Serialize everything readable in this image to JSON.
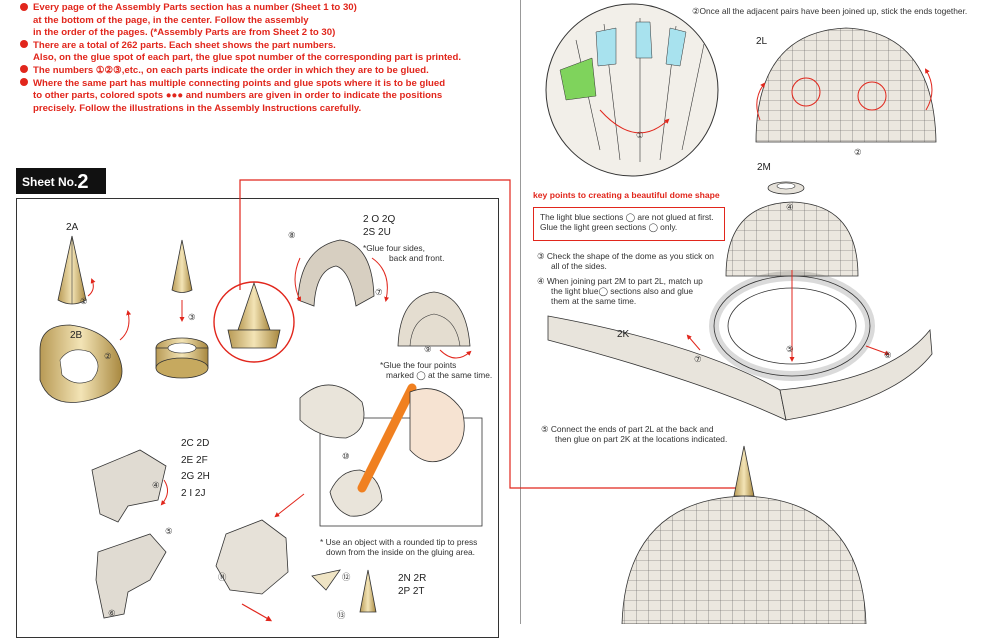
{
  "instructions": {
    "lines": [
      {
        "bullet": true,
        "text": "Every page of the Assembly Parts section has a number (Sheet 1 to 30)"
      },
      {
        "bullet": false,
        "text": "at the bottom of the page, in the center. Follow the assembly"
      },
      {
        "bullet": false,
        "text": "in the order of the pages. (*Assembly Parts are from Sheet 2 to 30)"
      },
      {
        "bullet": true,
        "text": "There are a total of 262 parts.  Each sheet shows the part numbers."
      },
      {
        "bullet": false,
        "text": "Also, on the glue spot of each part, the glue spot number of the corresponding part is printed."
      },
      {
        "bullet": true,
        "text": "The numbers ①②③,etc., on each parts indicate the order in which they are to be glued."
      },
      {
        "bullet": true,
        "text": "Where the same part has multiple connecting points and glue spots where it is to be glued"
      },
      {
        "bullet": false,
        "text": "to other parts, colored spots ●●● and numbers are given in order to indicate the positions"
      },
      {
        "bullet": false,
        "text": "precisely. Follow the illustrations in the Assembly Instructions carefully."
      }
    ]
  },
  "sheet": {
    "word": "Sheet No.",
    "number": "2"
  },
  "left_panel": {
    "label_2a": "2A",
    "label_2b": "2B",
    "group1": {
      "row1": "2 O  2Q",
      "row2": "2S    2U"
    },
    "note_glue_four_sides": [
      "*Glue four sides,",
      "back and front."
    ],
    "note_glue_four_points": [
      "*Glue the four points",
      "marked ◯ at the same time."
    ],
    "group2": [
      "2C   2D",
      "2E   2F",
      "2G   2H",
      "2 I    2J"
    ],
    "note_rounded_tip": [
      "* Use an object with a rounded tip to press",
      "down from the inside on the gluing area."
    ],
    "group3": [
      "2N  2R",
      "2P  2T"
    ],
    "steps": [
      "①",
      "②",
      "③",
      "⑧",
      "⑦",
      "⑨",
      "⑩",
      "④",
      "⑤",
      "⑥",
      "⑪",
      "⑫",
      "⑬"
    ]
  },
  "right_panel": {
    "step2": "②Once all the adjacent pairs have been joined up, stick the ends together.",
    "label_2l": "2L",
    "label_2m": "2M",
    "label_2k": "2K",
    "keypoint_title": "key points to creating a beautiful dome shape",
    "keypoint_lines": [
      "The light blue sections ◯ are not glued at first.",
      "Glue the light green sections ◯ only."
    ],
    "step3": [
      "③ Check the shape of the dome as you stick on",
      "all of the sides."
    ],
    "step4": [
      "④ When joining part 2M to part 2L, match up",
      "the light blue◯ sections also and glue",
      "them at the same time."
    ],
    "step5": [
      "⑤ Connect the ends of part 2L at the back and",
      "then glue on part 2K at the locations indicated."
    ],
    "markers": [
      "①",
      "②",
      "④",
      "⑤",
      "⑥",
      "⑦"
    ]
  },
  "colors": {
    "accent_red": "#e1261c",
    "paper_tan": "#d8c79a",
    "dome_grey": "#e8e4dc",
    "light_green": "#7fd35c",
    "light_blue": "#a8e2ee"
  },
  "icons": [
    "red-bullet-icon",
    "red-arrow-icon",
    "step-number-badge-icon"
  ]
}
